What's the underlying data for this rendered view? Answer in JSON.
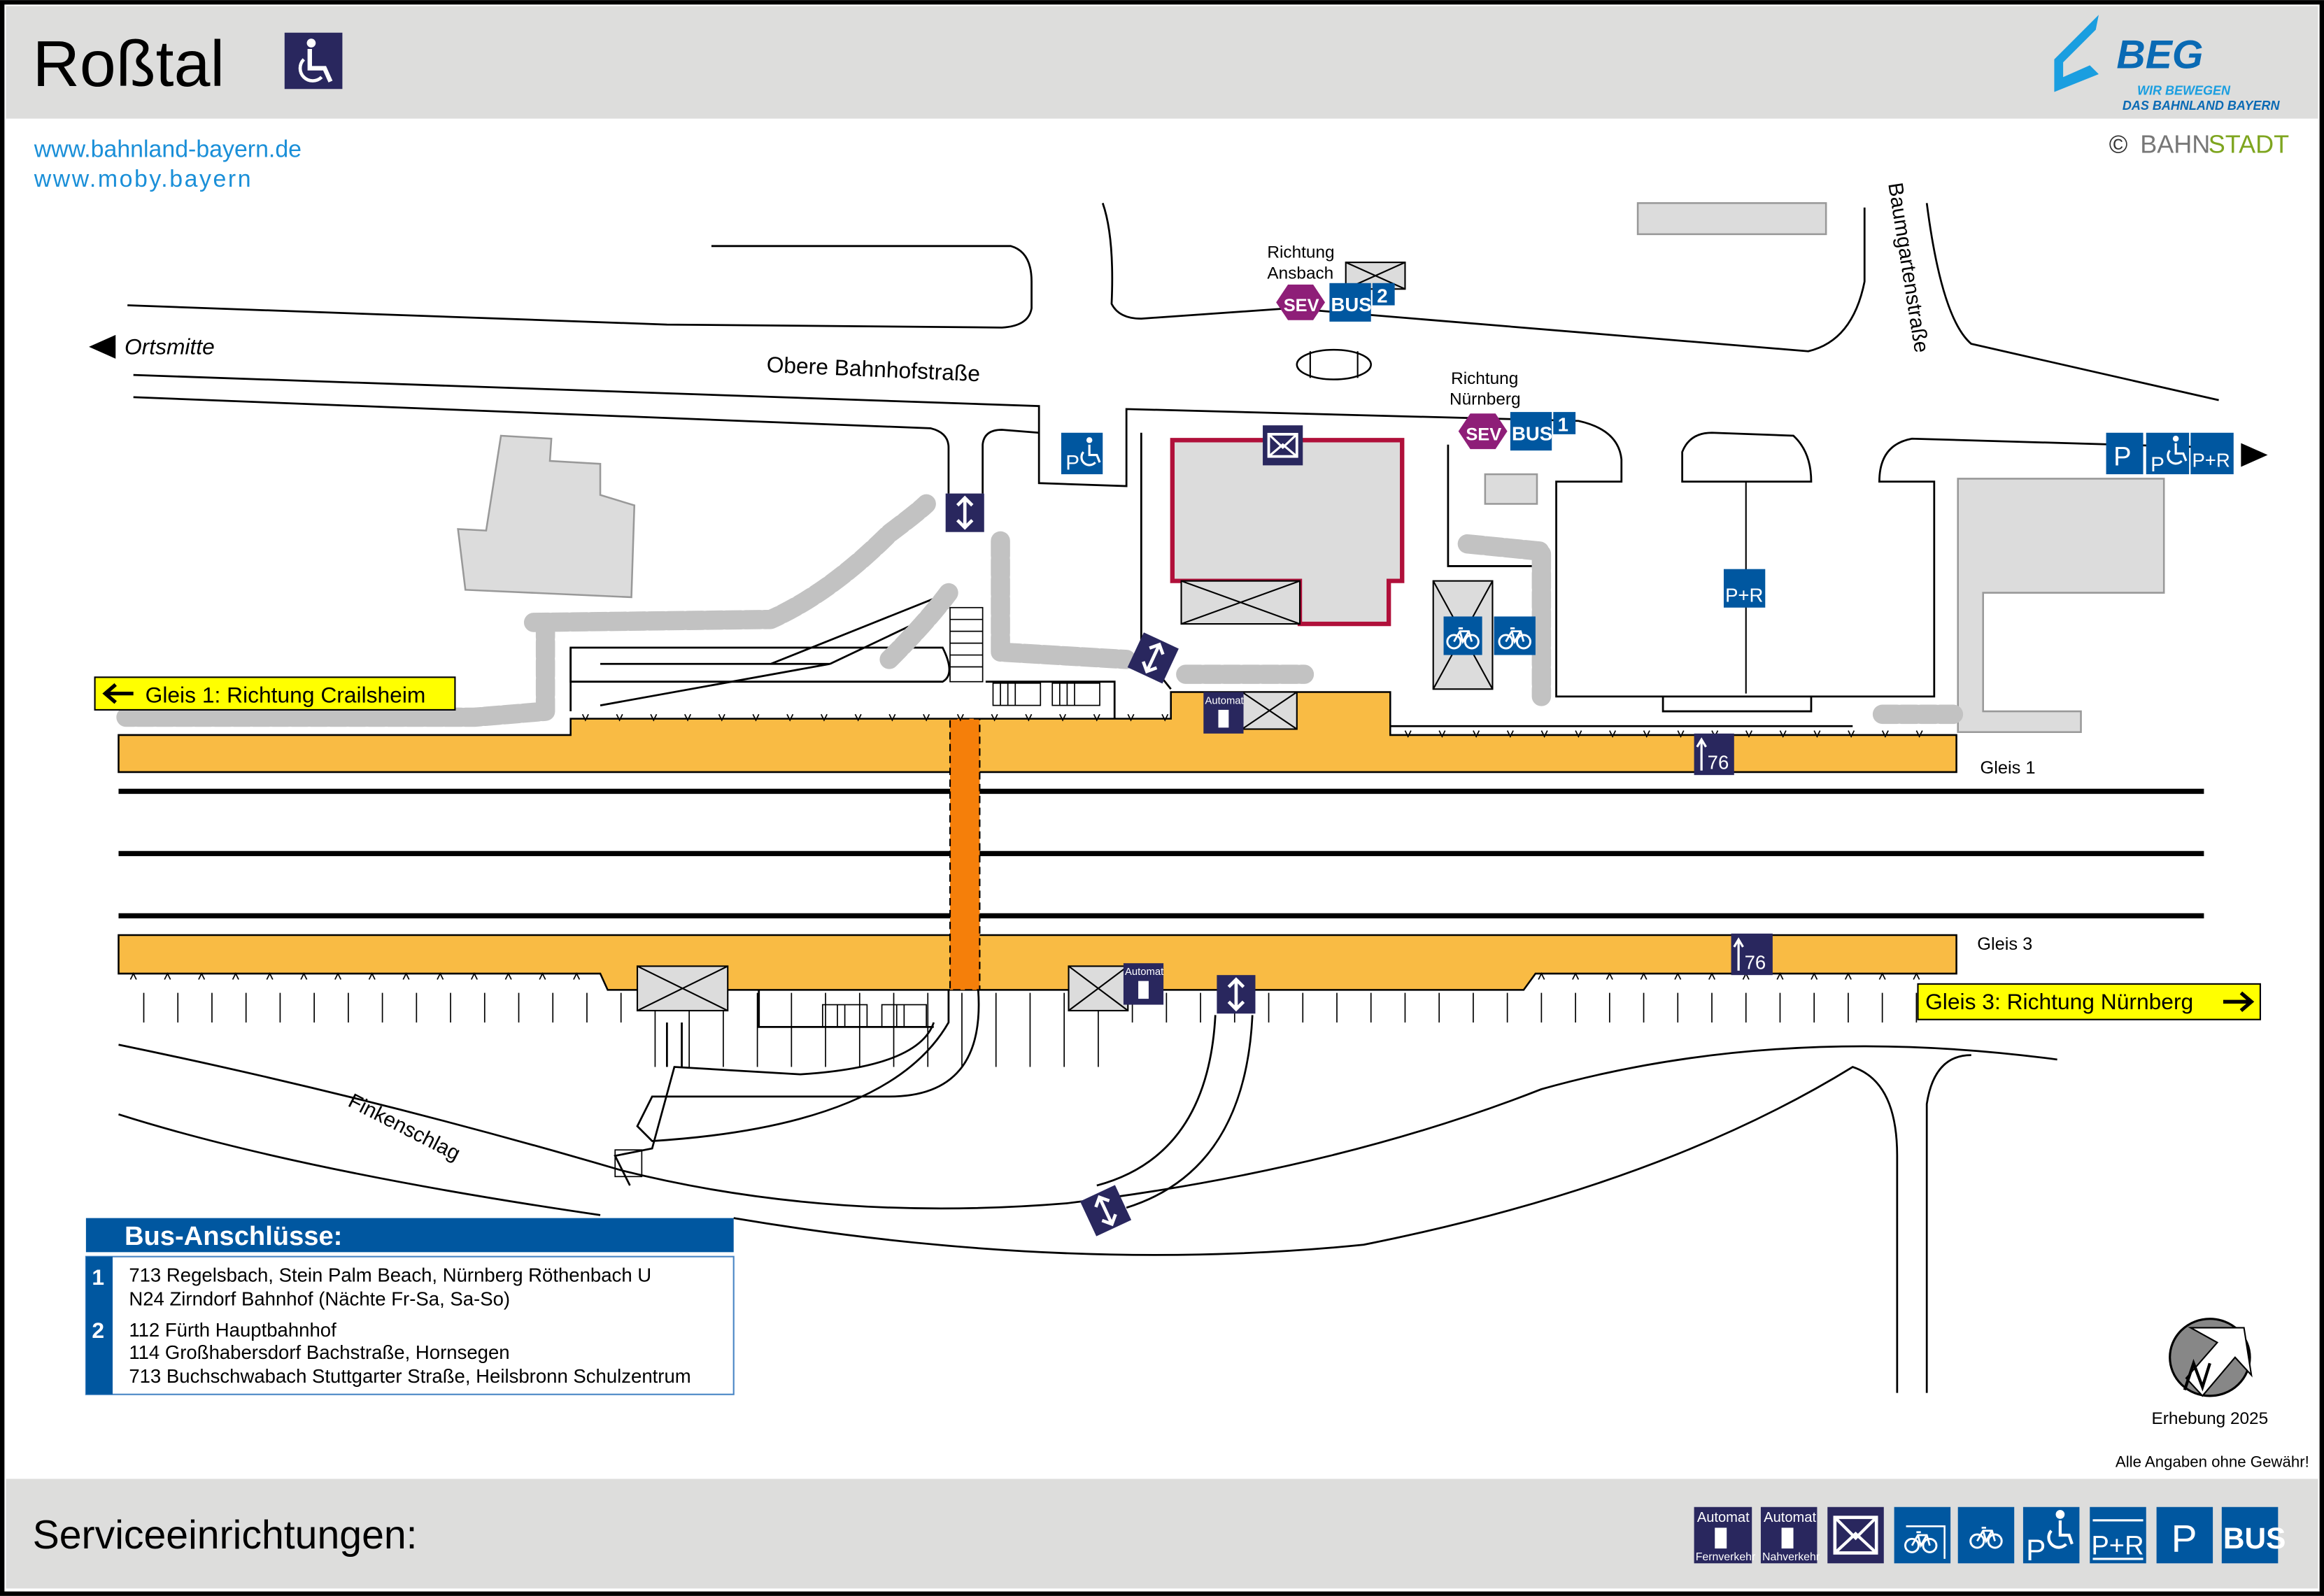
{
  "header": {
    "title": "Roßtal",
    "logo_text": "BEG",
    "logo_tagline_1": "WIR BEWEGEN",
    "logo_tagline_2": "DAS BAHNLAND BAYERN",
    "copyright_symbol": "©",
    "copyright_brand_1": "BAHN",
    "copyright_brand_2": "STADT",
    "links": [
      "www.bahnland-bayern.de",
      "www.moby.bayern"
    ]
  },
  "map": {
    "streets": {
      "obere": "Obere Bahnhofstraße",
      "baumgarten": "Baumgartenstraße",
      "finkenschlag": "Finkenschlag",
      "ortsmitte": "Ortsmitte"
    },
    "stops": {
      "ansbach_1": "Richtung",
      "ansbach_2": "Ansbach",
      "nuernberg_1": "Richtung",
      "nuernberg_2": "Nürnberg",
      "sev": "SEV",
      "bus": "BUS",
      "stop_2": "2",
      "stop_1": "1"
    },
    "platforms": {
      "gleis1": "Gleis 1",
      "gleis3": "Gleis 3",
      "gleis1_direction": "Gleis 1: Richtung Crailsheim",
      "gleis3_direction": "Gleis 3: Richtung Nürnberg",
      "height_1": "76",
      "height_3": "76"
    },
    "icons": {
      "automat": "Automat",
      "p": "P",
      "pr": "P+R",
      "n": "N"
    }
  },
  "bus": {
    "title": "Bus-Anschlüsse:",
    "groups": [
      {
        "num": "1",
        "lines": [
          "713 Regelsbach, Stein Palm Beach, Nürnberg Röthenbach U",
          "N24 Zirndorf Bahnhof (Nächte Fr-Sa, Sa-So)"
        ]
      },
      {
        "num": "2",
        "lines": [
          "112 Fürth Hauptbahnhof",
          "114 Großhabersdorf Bachstraße, Hornsegen",
          "713 Buchschwabach Stuttgarter Straße, Heilsbronn Schulzentrum"
        ]
      }
    ]
  },
  "survey": "Erhebung 2025",
  "disclaimer": "Alle Angaben ohne Gewähr!",
  "footer": {
    "title": "Serviceeinrichtungen:",
    "icons": [
      {
        "name": "ticket-machine-long-distance-icon",
        "top": "Automat",
        "bottom": "Fernverkehr"
      },
      {
        "name": "ticket-machine-regional-icon",
        "top": "Automat",
        "bottom": "Nahverkehr"
      },
      {
        "name": "mailbox-icon"
      },
      {
        "name": "covered-bike-parking-icon"
      },
      {
        "name": "bike-parking-icon"
      },
      {
        "name": "accessible-parking-icon",
        "label": "P"
      },
      {
        "name": "park-and-ride-icon",
        "label": "P+R"
      },
      {
        "name": "parking-icon",
        "label": "P"
      },
      {
        "name": "bus-icon",
        "label": "BUS"
      }
    ]
  },
  "colors": {
    "navy": "#29275e",
    "blue": "#0057a0",
    "platform": "#f9bb44",
    "underpass": "#f57f0a",
    "building_outline": "#b0103a",
    "sev": "#8e1e78",
    "direction_label": "#ffff00",
    "link": "#1a8fd8"
  }
}
